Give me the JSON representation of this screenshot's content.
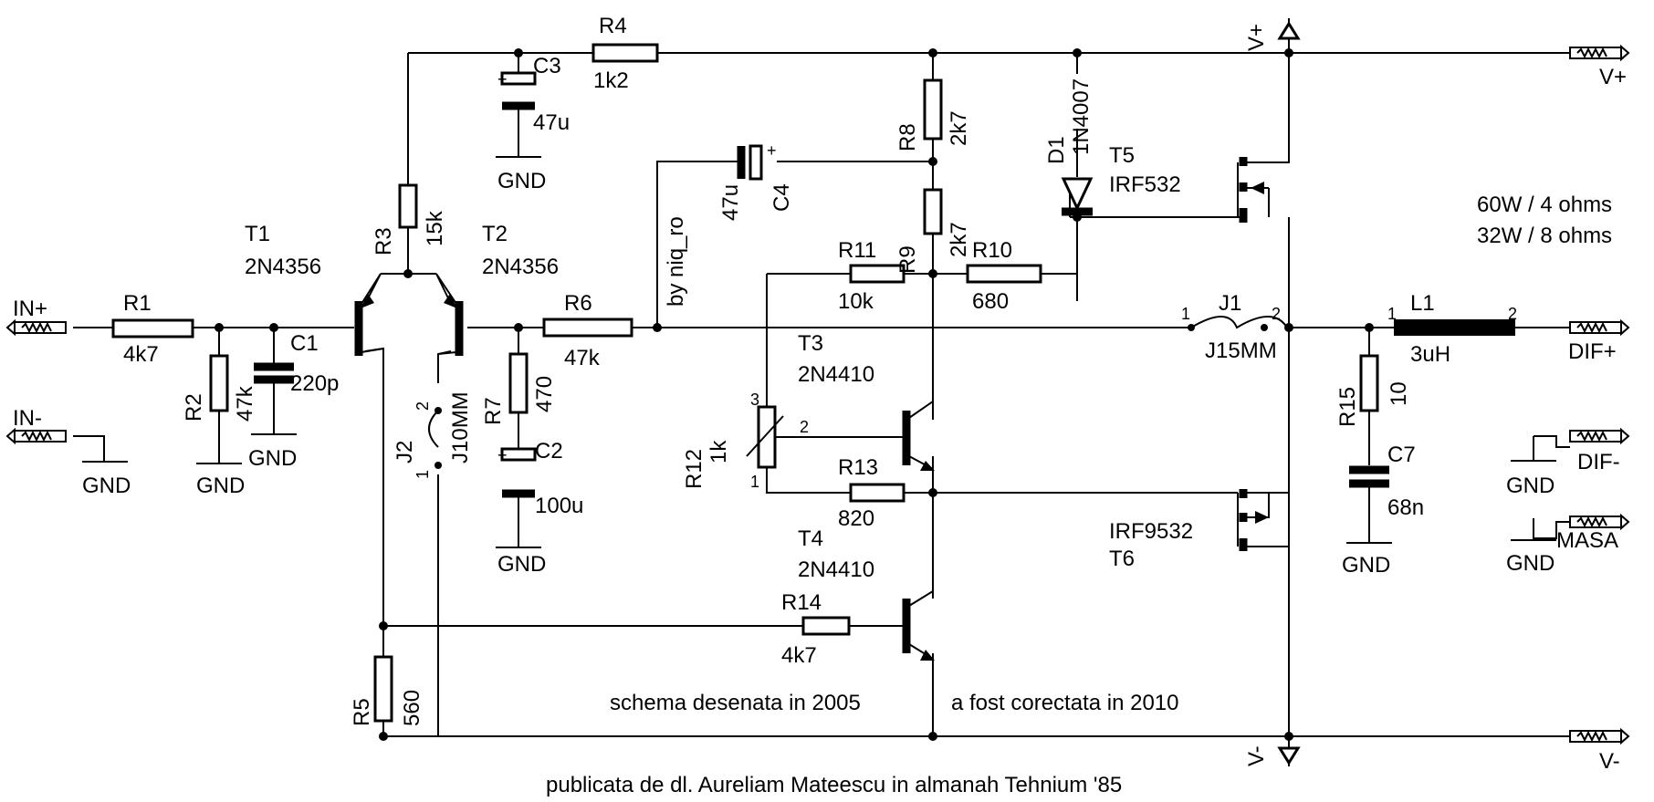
{
  "components": {
    "r1": {
      "ref": "R1",
      "value": "4k7"
    },
    "r2": {
      "ref": "R2",
      "value": "47k"
    },
    "r3": {
      "ref": "R3",
      "value": "15k"
    },
    "r4": {
      "ref": "R4",
      "value": "1k2"
    },
    "r5": {
      "ref": "R5",
      "value": "560"
    },
    "r6": {
      "ref": "R6",
      "value": "47k"
    },
    "r7": {
      "ref": "R7",
      "value": "470"
    },
    "r8": {
      "ref": "R8",
      "value": "2k7"
    },
    "r9": {
      "ref": "R9",
      "value": "2k7"
    },
    "r10": {
      "ref": "R10",
      "value": "680"
    },
    "r11": {
      "ref": "R11",
      "value": "10k"
    },
    "r12": {
      "ref": "R12",
      "value": "1k"
    },
    "r13": {
      "ref": "R13",
      "value": "820"
    },
    "r14": {
      "ref": "R14",
      "value": "4k7"
    },
    "r15": {
      "ref": "R15",
      "value": "10"
    },
    "c1": {
      "ref": "C1",
      "value": "220p"
    },
    "c2": {
      "ref": "C2",
      "value": "100u"
    },
    "c3": {
      "ref": "C3",
      "value": "47u"
    },
    "c4": {
      "ref": "C4",
      "value": "47u"
    },
    "c7": {
      "ref": "C7",
      "value": "68n"
    },
    "t1": {
      "ref": "T1",
      "value": "2N4356"
    },
    "t2": {
      "ref": "T2",
      "value": "2N4356"
    },
    "t3": {
      "ref": "T3",
      "value": "2N4410"
    },
    "t4": {
      "ref": "T4",
      "value": "2N4410"
    },
    "t5": {
      "ref": "T5",
      "value": "IRF532"
    },
    "t6": {
      "ref": "T6",
      "value": "IRF9532"
    },
    "d1": {
      "ref": "D1",
      "value": "1N4007"
    },
    "j1": {
      "ref": "J1",
      "value": "J15MM"
    },
    "j2": {
      "ref": "J2",
      "value": "J10MM"
    },
    "l1": {
      "ref": "L1",
      "value": "3uH"
    }
  },
  "pins": {
    "one": "1",
    "two": "2",
    "three": "3"
  },
  "connectors": {
    "in_plus": "IN+",
    "in_minus": "IN-",
    "v_plus": "V+",
    "v_minus": "V-",
    "dif_plus": "DIF+",
    "dif_minus": "DIF-",
    "masa": "MASA"
  },
  "ground_label": "GND",
  "rail_labels": {
    "v_plus": "V+",
    "v_minus": "V-"
  },
  "notes": {
    "power_4ohm": "60W / 4 ohms",
    "power_8ohm": "32W / 8 ohms",
    "author": "by niq_ro",
    "drawn": "schema desenata in 2005",
    "corrected": "a fost corectata in 2010",
    "published": "publicata de dl. Aureliam Mateescu in almanah Tehnium '85"
  },
  "colors": {
    "ink": "#000000",
    "background": "#ffffff"
  }
}
